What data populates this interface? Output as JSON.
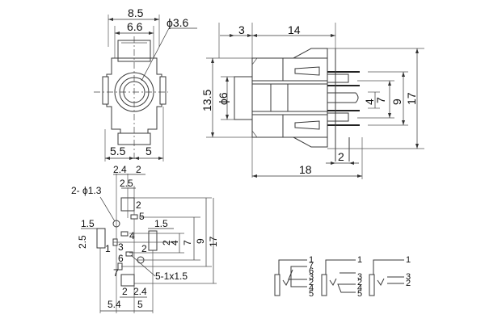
{
  "title": "Phone jack mechanical drawing",
  "front_view": {
    "dims": {
      "overall_width": "8.5",
      "inner_width": "6.6",
      "hole_diameter": "ϕ3.6",
      "left_offset": "5.5",
      "right_offset": "5"
    }
  },
  "side_view": {
    "dims": {
      "flange": "3",
      "body_length": "14",
      "height": "13.5",
      "barrel_diameter": "ϕ6",
      "pin_4": "4",
      "pin_7": "7",
      "pin_9": "9",
      "overall_height": "17",
      "pin_pitch": "2",
      "overall_length": "18"
    }
  },
  "footprint": {
    "dims": {
      "top_2_4": "2.4",
      "top_2": "2",
      "pad_2_5": "2.5",
      "mount_holes": "2- ϕ1.3",
      "vert_2": "2",
      "left_1_5": "1.5",
      "right_1_5": "1.5",
      "left_2_5": "2.5",
      "r_2": "2",
      "r_4": "4",
      "r_7": "7",
      "r_9": "9",
      "r_17": "17",
      "slots": "5-1x1.5",
      "bottom_2": "2",
      "bottom_2_4": "2.4",
      "bottom_5_4": "5.4",
      "bottom_5": "5"
    },
    "pins": [
      "5",
      "4",
      "1",
      "3",
      "2",
      "6",
      "7"
    ]
  },
  "schematics": [
    {
      "pins": [
        "1",
        "7",
        "6",
        "3",
        "2",
        "4",
        "5"
      ]
    },
    {
      "pins": [
        "1",
        "3",
        "2",
        "4",
        "5"
      ]
    },
    {
      "pins": [
        "1",
        "3",
        "2"
      ]
    }
  ]
}
